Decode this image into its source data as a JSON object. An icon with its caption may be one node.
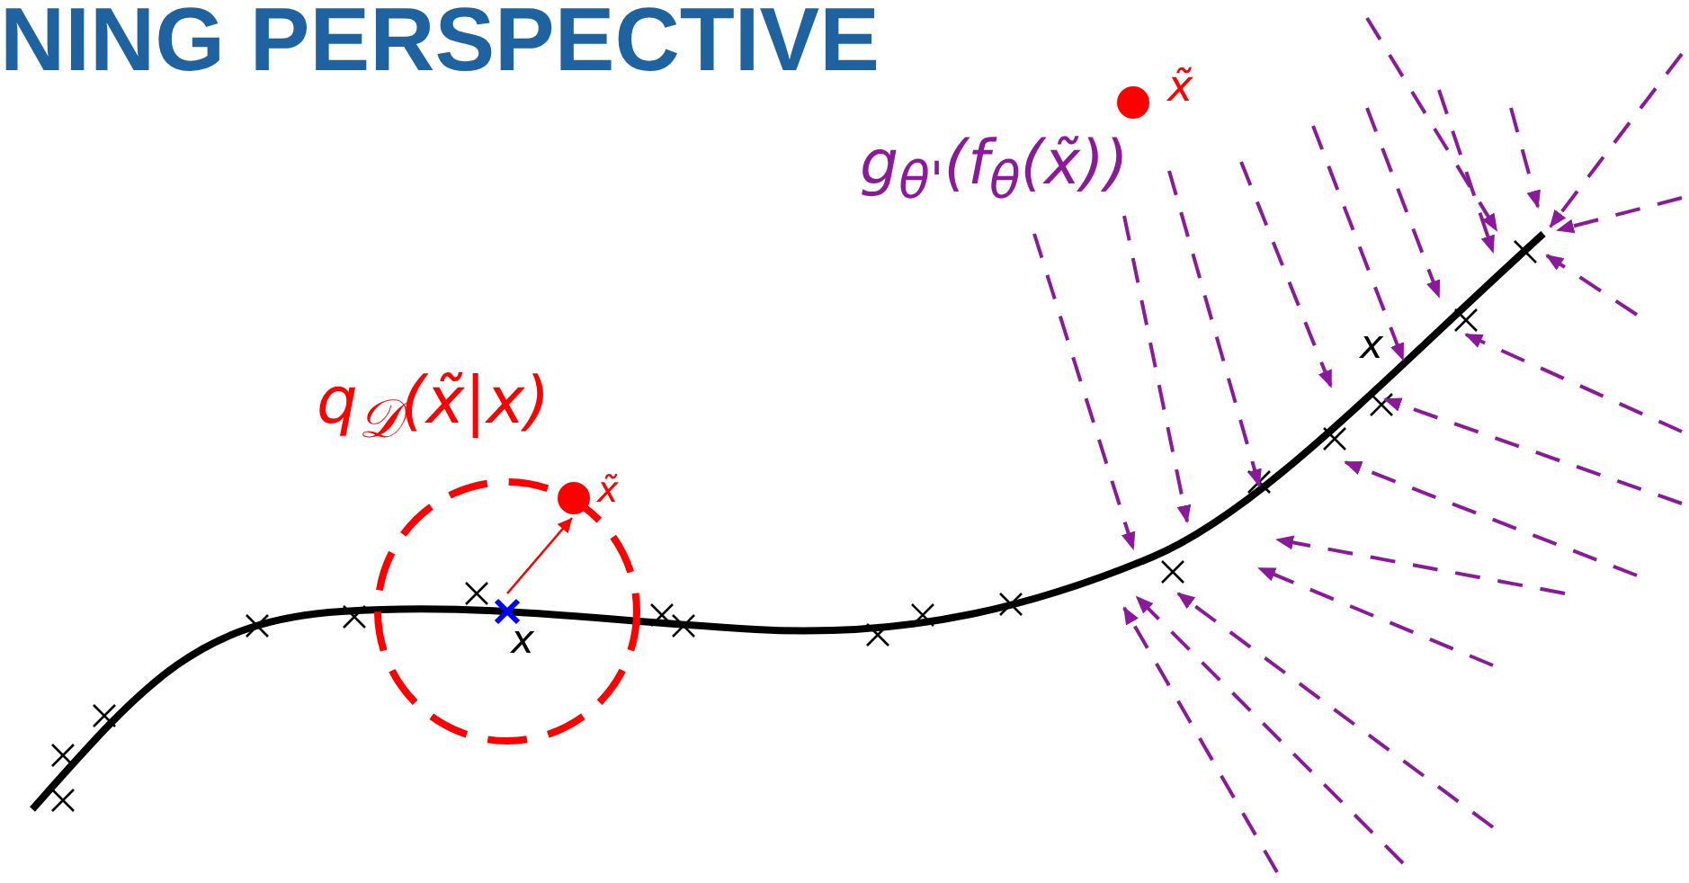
{
  "diagram": {
    "title": "NING PERSPECTIVE",
    "nodes": [
      {
        "text": [
          "x"
        ]
      },
      {
        "text": [
          "x̃"
        ]
      },
      {
        "text": [
          "x̃"
        ]
      }
    ],
    "edges": [
      {
        "from": 0,
        "to": 1,
        "arrow": "to",
        "color": "#ff0000"
      }
    ],
    "labels": [
      "g$_{θ'}$(f$_{θ}$(x̃))",
      "x",
      "q$_{𝒟}$(x̃|x)"
    ]
  }
}
